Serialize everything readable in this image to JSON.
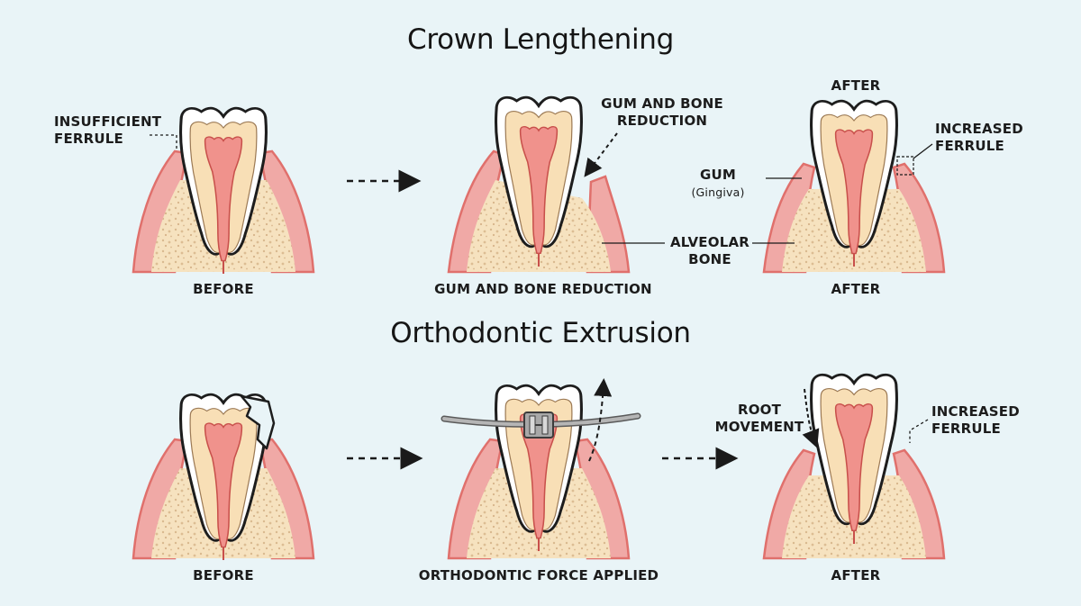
{
  "crown_lengthening": {
    "title": "Crown Lengthening",
    "panels": [
      {
        "caption": "BEFORE",
        "callout": "INSUFFICIENT\nFERRULE"
      },
      {
        "caption": "GUM AND BONE REDUCTION",
        "callout": "GUM AND BONE\nREDUCTION"
      },
      {
        "caption": "AFTER",
        "top_label": "AFTER",
        "callout": "INCREASED\nFERRULE",
        "gum_label": "GUM",
        "gum_sub_label": "(Gingiva)",
        "bone_label": "ALVEOLAR\nBONE"
      }
    ]
  },
  "orthodontic_extrusion": {
    "title": "Orthodontic Extrusion",
    "panels": [
      {
        "caption": "BEFORE"
      },
      {
        "caption": "ORTHODONTIC FORCE APPLIED"
      },
      {
        "caption": "AFTER",
        "callout_left": "ROOT\nMOVEMENT",
        "callout_right": "INCREASED\nFERRULE"
      }
    ]
  },
  "colors": {
    "background": "#e9f4f7",
    "gum": "#f0a9a6",
    "gum_outline": "#e0706c",
    "bone": "#f6e2bf",
    "enamel": "#ffffff",
    "dentin": "#f8dfb6",
    "pulp": "#f0928c",
    "bracket": "#9d9d9d"
  }
}
